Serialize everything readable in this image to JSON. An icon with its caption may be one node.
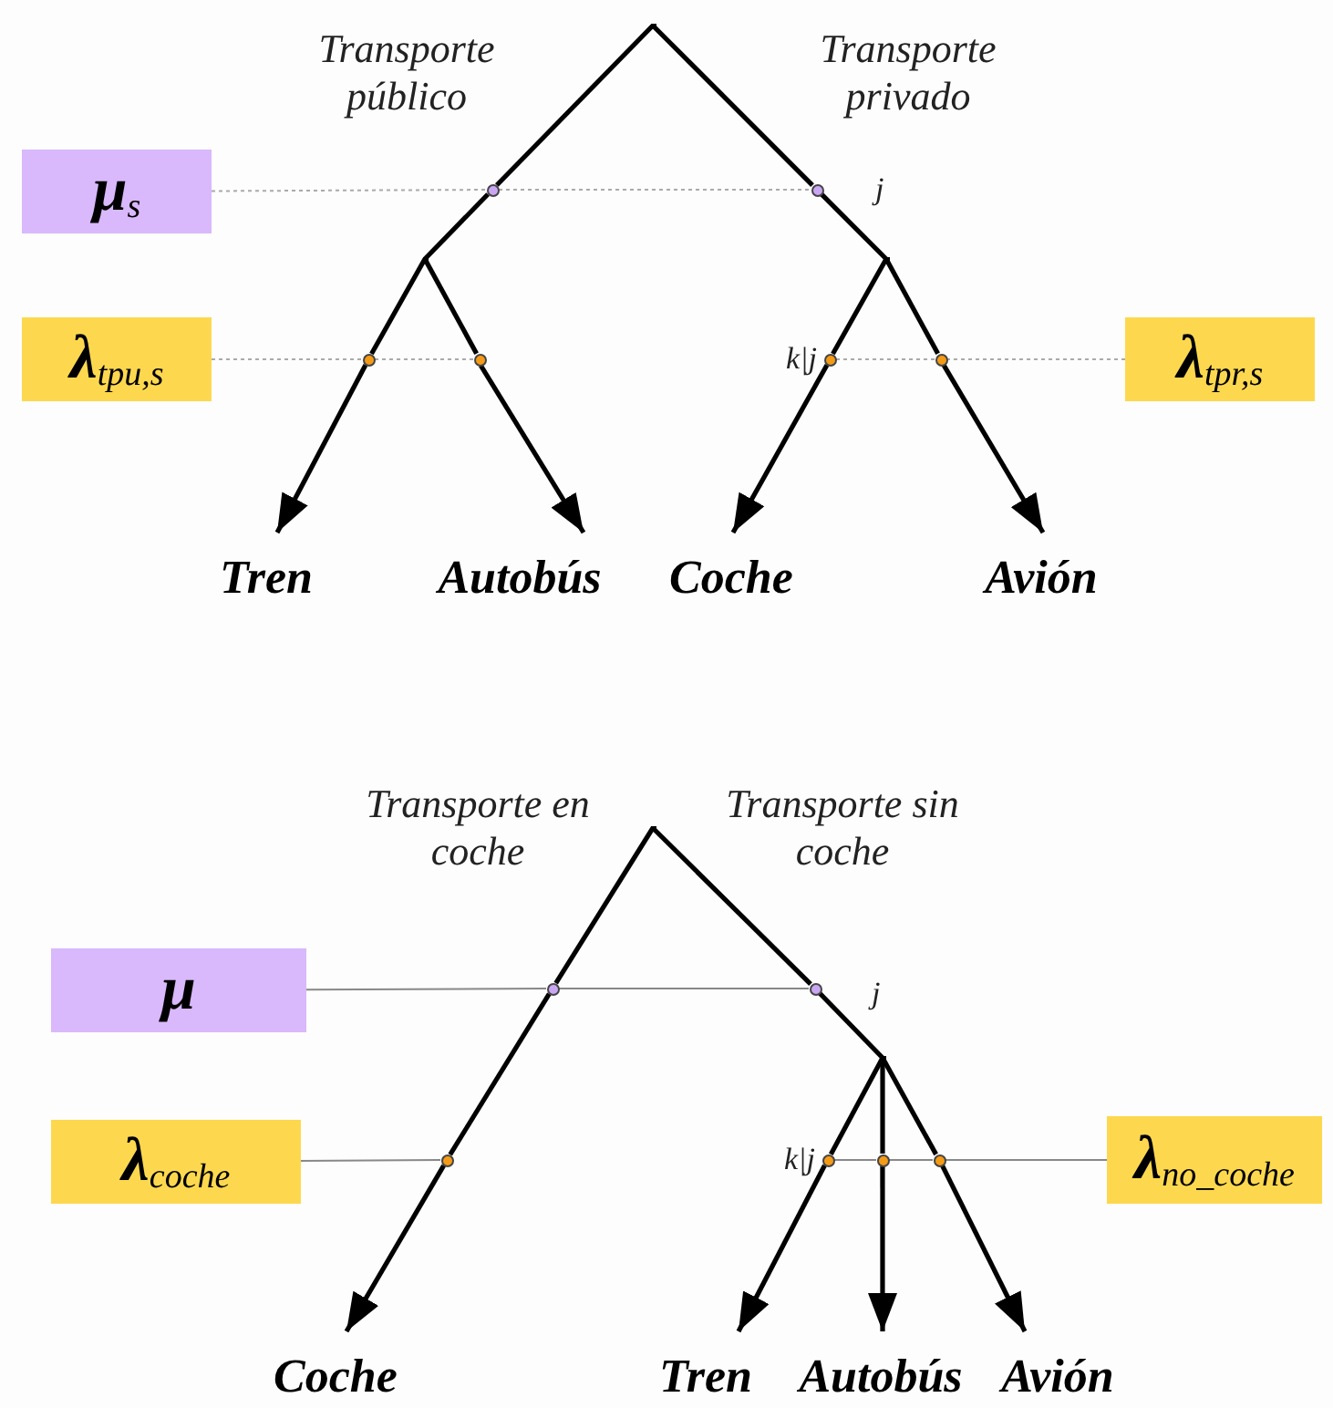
{
  "diagram": {
    "nodes": [
      {
        "text": [],
        "shape": "point"
      },
      {
        "text": [],
        "shape": "circle"
      },
      {
        "text": [],
        "shape": "circle",
        "beside": [
          "j"
        ]
      },
      {
        "text": [],
        "shape": "point"
      },
      {
        "text": [],
        "shape": "point"
      },
      {
        "text": [],
        "shape": "circle"
      },
      {
        "text": [],
        "shape": "circle"
      },
      {
        "text": [],
        "shape": "circle",
        "beside": [
          "k|j"
        ]
      },
      {
        "text": [],
        "shape": "circle"
      },
      {
        "text": [
          "Tren"
        ]
      },
      {
        "text": [
          "Autobús"
        ]
      },
      {
        "text": [
          "Coche"
        ]
      },
      {
        "text": [
          "Avión"
        ]
      },
      {
        "text": [
          "μ$_{s}$"
        ]
      },
      {
        "text": [
          "λ$_{tpu,s}$"
        ]
      },
      {
        "text": [
          "λ$_{tpr,s}$"
        ]
      },
      {
        "text": [],
        "shape": "point"
      },
      {
        "text": [],
        "shape": "circle"
      },
      {
        "text": [],
        "shape": "circle",
        "beside": [
          "j"
        ]
      },
      {
        "text": [],
        "shape": "circle"
      },
      {
        "text": [],
        "shape": "point"
      },
      {
        "text": [],
        "shape": "circle",
        "beside": [
          "k|j"
        ]
      },
      {
        "text": [],
        "shape": "circle"
      },
      {
        "text": [],
        "shape": "circle"
      },
      {
        "text": [
          "Coche"
        ]
      },
      {
        "text": [
          "Tren"
        ]
      },
      {
        "text": [
          "Autobús"
        ]
      },
      {
        "text": [
          "Avión"
        ]
      },
      {
        "text": [
          "μ"
        ]
      },
      {
        "text": [
          "λ$_{coche}$"
        ]
      },
      {
        "text": [
          "λ$_{no_coche}$"
        ]
      }
    ],
    "edges": [
      {
        "from": 0,
        "to": 1,
        "arrow": "none",
        "label": "Transporte público"
      },
      {
        "from": 1,
        "to": 3,
        "arrow": "none"
      },
      {
        "from": 0,
        "to": 2,
        "arrow": "none",
        "label": "Transporte privado"
      },
      {
        "from": 2,
        "to": 4,
        "arrow": "none"
      },
      {
        "from": 3,
        "to": 5,
        "arrow": "none"
      },
      {
        "from": 5,
        "to": 9,
        "arrow": "to"
      },
      {
        "from": 3,
        "to": 6,
        "arrow": "none"
      },
      {
        "from": 6,
        "to": 10,
        "arrow": "to"
      },
      {
        "from": 4,
        "to": 7,
        "arrow": "none"
      },
      {
        "from": 7,
        "to": 11,
        "arrow": "to"
      },
      {
        "from": 4,
        "to": 8,
        "arrow": "none"
      },
      {
        "from": 8,
        "to": 12,
        "arrow": "to"
      },
      {
        "from": 13,
        "to": 1,
        "arrow": "none",
        "style": "dashed",
        "color": "#aaaaaa"
      },
      {
        "from": 1,
        "to": 2,
        "arrow": "none",
        "style": "dashed",
        "color": "#aaaaaa"
      },
      {
        "from": 14,
        "to": 5,
        "arrow": "none",
        "style": "dashed",
        "color": "#aaaaaa"
      },
      {
        "from": 5,
        "to": 6,
        "arrow": "none",
        "style": "dashed",
        "color": "#aaaaaa"
      },
      {
        "from": 15,
        "to": 8,
        "arrow": "none",
        "style": "dashed",
        "color": "#aaaaaa"
      },
      {
        "from": 8,
        "to": 7,
        "arrow": "none",
        "style": "dashed",
        "color": "#aaaaaa"
      },
      {
        "from": 16,
        "to": 17,
        "arrow": "none",
        "label": "Transporte en coche"
      },
      {
        "from": 17,
        "to": 19,
        "arrow": "none"
      },
      {
        "from": 19,
        "to": 24,
        "arrow": "to"
      },
      {
        "from": 16,
        "to": 18,
        "arrow": "none",
        "label": "Transporte sin coche"
      },
      {
        "from": 18,
        "to": 20,
        "arrow": "none"
      },
      {
        "from": 20,
        "to": 21,
        "arrow": "none"
      },
      {
        "from": 21,
        "to": 25,
        "arrow": "to"
      },
      {
        "from": 20,
        "to": 22,
        "arrow": "none"
      },
      {
        "from": 22,
        "to": 26,
        "arrow": "to"
      },
      {
        "from": 20,
        "to": 23,
        "arrow": "none"
      },
      {
        "from": 23,
        "to": 27,
        "arrow": "to"
      },
      {
        "from": 28,
        "to": 17,
        "arrow": "none",
        "color": "#888888"
      },
      {
        "from": 17,
        "to": 18,
        "arrow": "none",
        "color": "#888888"
      },
      {
        "from": 29,
        "to": 19,
        "arrow": "none",
        "color": "#888888"
      },
      {
        "from": 30,
        "to": 23,
        "arrow": "none",
        "color": "#888888"
      },
      {
        "from": 23,
        "to": 22,
        "arrow": "none",
        "color": "#888888"
      },
      {
        "from": 22,
        "to": 21,
        "arrow": "none",
        "color": "#888888"
      }
    ]
  }
}
